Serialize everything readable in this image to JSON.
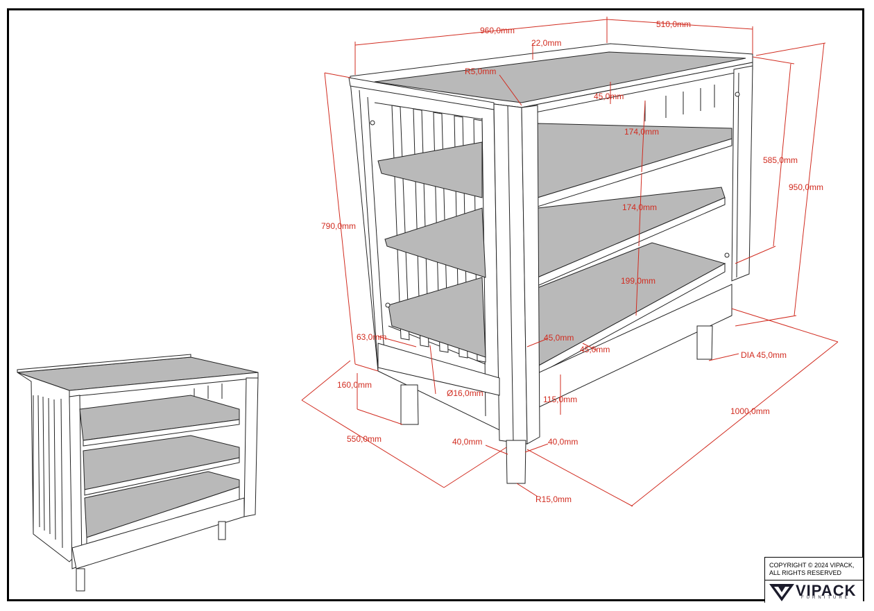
{
  "dimensions": {
    "width_960": "960,0mm",
    "depth_510": "510,0mm",
    "rail_22": "22,0mm",
    "radius_5": "R5,0mm",
    "gap_45_top": "45,0mm",
    "shelf_gap_1": "174,0mm",
    "shelf_gap_2": "174,0mm",
    "shelf_gap_3": "199,0mm",
    "height_585": "585,0mm",
    "height_950": "950,0mm",
    "height_790": "790,0mm",
    "dim_63": "63,0mm",
    "dim_45_a": "45,0mm",
    "dim_45_b": "45,0mm",
    "dim_160": "160,0mm",
    "bar_dia": "Ø16,0mm",
    "dim_115": "115,0mm",
    "leg_dia": "DIA 45,0mm",
    "length_1000": "1000,0mm",
    "depth_550": "550,0mm",
    "leg_40_a": "40,0mm",
    "leg_40_b": "40,0mm",
    "leg_radius": "R15,0mm"
  },
  "copyright": {
    "line1": "COPYRIGHT © 2024 VIPACK,",
    "line2": "ALL RIGHTS RESERVED"
  },
  "brand": {
    "name": "VIPACK",
    "subtitle": "FURNITURE"
  },
  "colors": {
    "dimension": "#d12b1f",
    "shelf": "#b9b9b9",
    "outline": "#222222"
  }
}
